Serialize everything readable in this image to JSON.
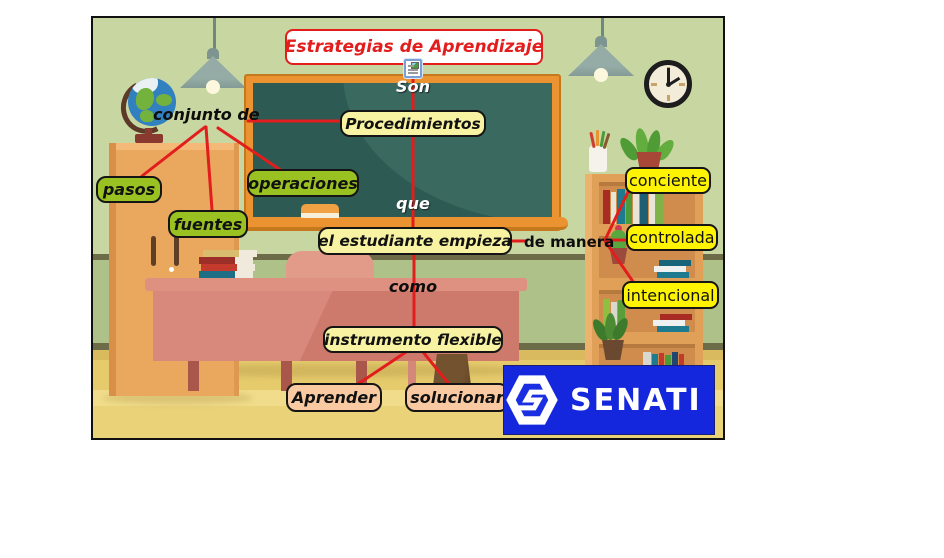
{
  "title": {
    "text": "Estrategias de Aprendizaje"
  },
  "labels": {
    "son": "Son",
    "conjunto_de": "conjunto de",
    "que": "que",
    "como": "como",
    "de_manera": "de manera"
  },
  "nodes": {
    "procedimientos": "Procedimientos",
    "pasos": "pasos",
    "operaciones": "operaciones",
    "fuentes": "fuentes",
    "el_estudiante": "el estudiante empieza",
    "conciente": "conciente",
    "controlada": "controlada",
    "intencional": "intencional",
    "instrumento": "instrumento flexible",
    "aprender": "Aprender",
    "solucionar": "solucionar"
  },
  "logo": {
    "text": "SENATI"
  },
  "icons": {
    "title_attachment": "embedded-object-icon"
  },
  "colors": {
    "line_red": "#e21d1d",
    "title_red": "#e31c1c",
    "node_yellow_bright": "#fdf303",
    "node_yellow_pale": "#f8f3a2",
    "node_green": "#9ac122",
    "node_peach": "#f9c9a2",
    "logo_blue": "#1527dd",
    "chalkboard_green": "#2d5b53",
    "board_frame_orange": "#ea9330"
  }
}
